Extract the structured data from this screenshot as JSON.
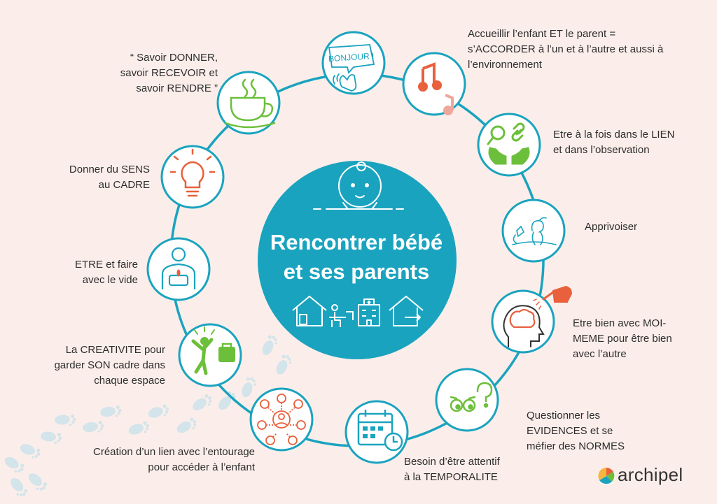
{
  "center": {
    "title_line1": "Rencontrer bébé",
    "title_line2": "et ses parents"
  },
  "badge_text": "BONJOUR !",
  "labels": {
    "accueillir": [
      "Accueillir l’enfant ET le parent =",
      "s’ACCORDER à l’un et à l’autre et aussi à",
      "l’environnement"
    ],
    "savoir": [
      "“ Savoir DONNER,",
      "savoir RECEVOIR et",
      "savoir RENDRE ”"
    ],
    "lien": [
      "Etre à la fois dans le LIEN",
      "et dans l’observation"
    ],
    "sens": [
      "Donner du SENS",
      "au CADRE"
    ],
    "apprivoiser": [
      "Apprivoiser"
    ],
    "etre_vide": [
      "ETRE et faire",
      "avec le vide"
    ],
    "moi_meme": [
      "Etre bien avec MOI-",
      "MEME pour être bien",
      "avec l’autre"
    ],
    "creativite": [
      "La CREATIVITE pour",
      "garder SON cadre dans",
      "chaque espace"
    ],
    "evidences": [
      "Questionner les",
      "EVIDENCES et se",
      "méfier des NORMES"
    ],
    "temporalite": [
      "Besoin d’être attentif",
      "à la TEMPORALITE"
    ],
    "entourage": [
      "Création d’un lien avec l’entourage",
      "pour accéder à l’enfant"
    ]
  },
  "logo": {
    "text": "archipel"
  },
  "colors": {
    "teal": "#1aa3bf",
    "green": "#6cbf3a",
    "orange": "#e8603c",
    "pink": "#efa79b",
    "background": "#fbeeea",
    "footprints": "#d6e6ec"
  },
  "icons": [
    "baby-icon",
    "house-icon",
    "desk-worker-icon",
    "hospital-icon",
    "house-arrow-icon",
    "bonjour-hand-icon",
    "music-notes-icon",
    "tea-cup-icon",
    "magnifier-link-hands-icon",
    "light-bulb-icon",
    "little-prince-fox-icon",
    "person-candle-icon",
    "brain-watering-can-icon",
    "jumping-person-suitcase-icon",
    "question-eyes-icon",
    "network-people-icon",
    "calendar-clock-icon",
    "footprints-icon",
    "archipel-logo-icon"
  ]
}
